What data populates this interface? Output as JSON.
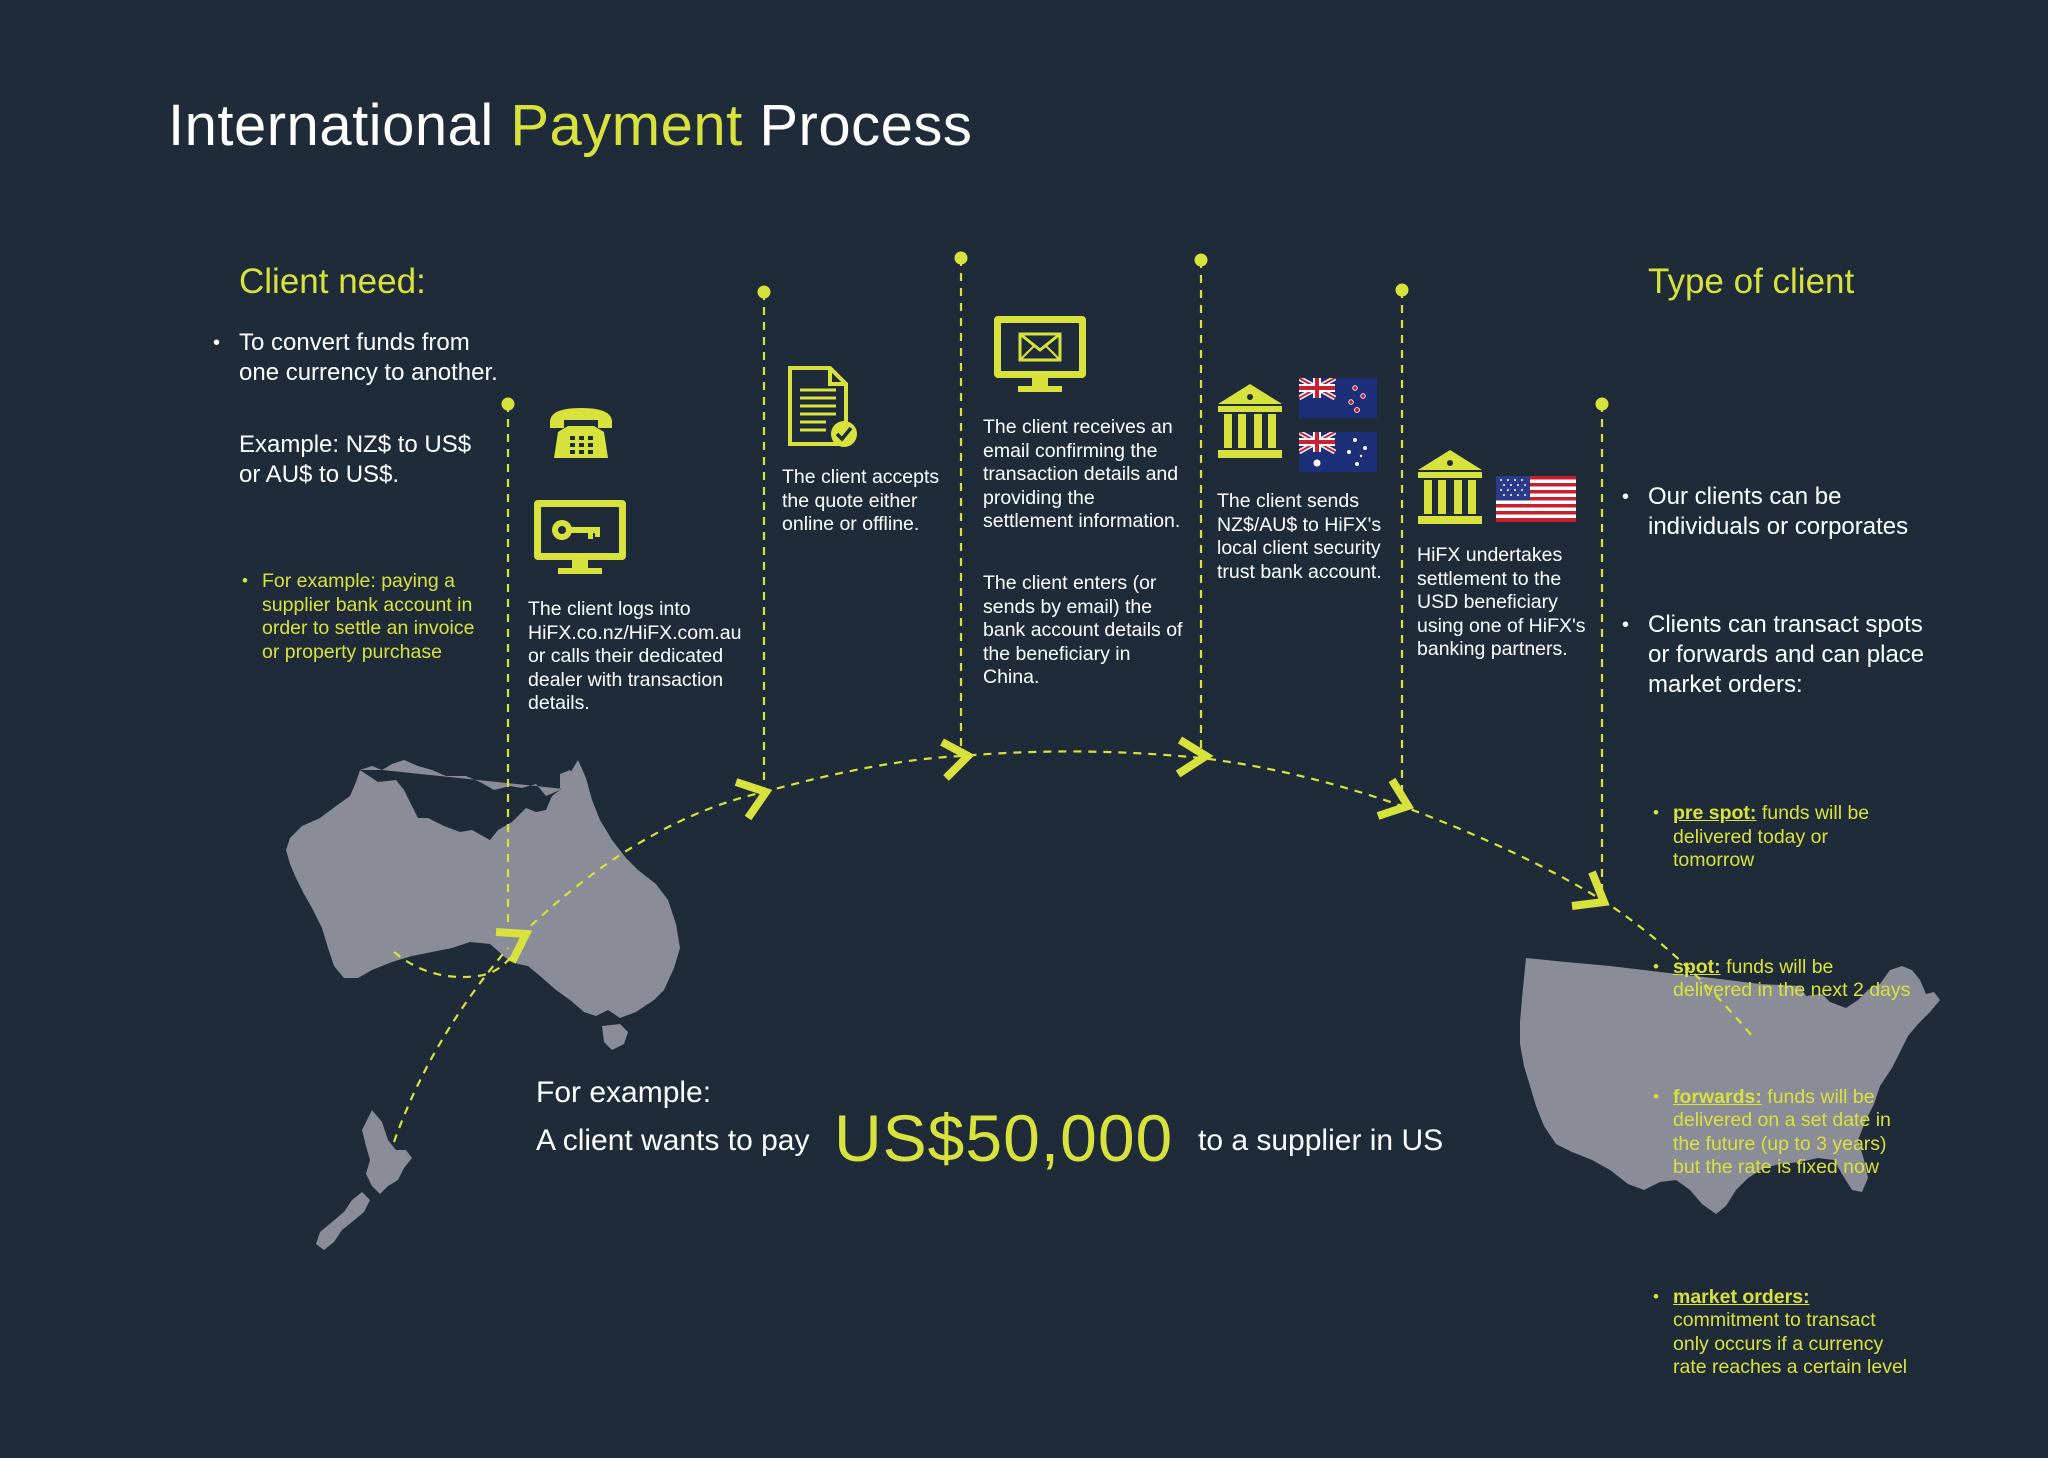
{
  "title": {
    "part1": "International",
    "part2": "Payment",
    "part3": "Process"
  },
  "client_need": {
    "heading": "Client need:",
    "bullet": "To convert funds from one currency to another.",
    "example": "Example: NZ$ to US$ or AU$ to US$.",
    "sub_bullet": "For example: paying a supplier bank account in order to settle an invoice or property purchase"
  },
  "steps": [
    {
      "text": "The client logs into HiFX.co.nz/HiFX.com.au or calls their dedicated dealer with transaction details.",
      "icons": [
        "telephone-icon",
        "monitor-key-icon"
      ]
    },
    {
      "text": "The client accepts the quote either online or offline.",
      "icons": [
        "document-check-icon"
      ]
    },
    {
      "text1": "The client receives an email confirming the transaction details and providing the settlement information.",
      "text2": "The client enters (or sends by email) the bank account details of the beneficiary in China.",
      "icons": [
        "monitor-email-icon"
      ]
    },
    {
      "text": "The client sends NZ$/AU$ to HiFX's local client security trust bank account.",
      "icons": [
        "bank-icon",
        "new-zealand-flag-icon",
        "australia-flag-icon"
      ]
    },
    {
      "text": "HiFX undertakes settlement to the USD beneficiary using one of HiFX's banking partners.",
      "icons": [
        "bank-icon",
        "usa-flag-icon"
      ]
    }
  ],
  "client_type": {
    "heading": "Type of client",
    "bullets": [
      "Our clients can be individuals or corporates",
      "Clients can transact spots or forwards and can place market orders:"
    ],
    "terms": [
      {
        "term": "pre spot:",
        "desc": " funds will be delivered today or tomorrow"
      },
      {
        "term": "spot:",
        "desc": " funds will be delivered in the next 2 days"
      },
      {
        "term": "forwards:",
        "desc": " funds will be delivered on a set date in the future (up to 3 years) but the rate is fixed now"
      },
      {
        "term": "market orders:",
        "desc": " commitment to transact only occurs if a currency rate reaches a certain level"
      }
    ]
  },
  "example": {
    "label": "For example:",
    "prefix": "A client wants to pay",
    "amount": "US$50,000",
    "suffix": "to a supplier in US"
  },
  "maps": [
    "australia-map",
    "new-zealand-map",
    "usa-map"
  ],
  "colors": {
    "background": "#1f2b38",
    "accent": "#d8e23d",
    "text": "#ffffff",
    "map": "#8a8c97"
  }
}
